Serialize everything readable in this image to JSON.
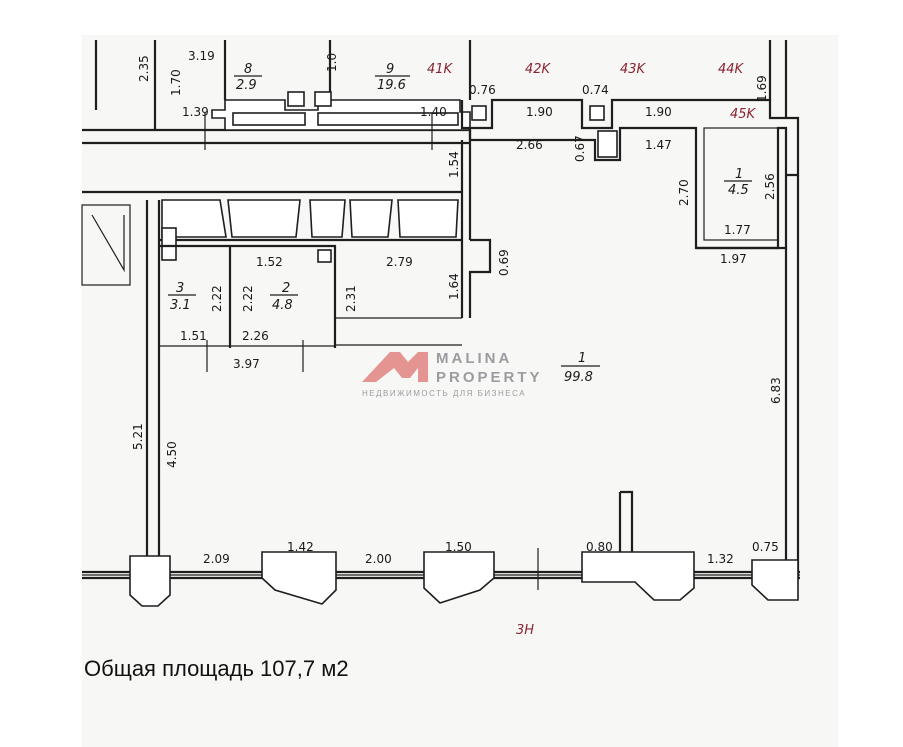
{
  "plan": {
    "top_rooms": [
      {
        "number": "8",
        "area": "2.9"
      },
      {
        "number": "9",
        "area": "19.6"
      }
    ],
    "axis_labels": [
      "41K",
      "42K",
      "43K",
      "44K",
      "45K"
    ],
    "bottom_axis": "3H",
    "rooms": {
      "main": {
        "number": "1",
        "area": "99.8"
      },
      "small_right": {
        "number": "1",
        "area": "4.5"
      },
      "room_2": {
        "number": "2",
        "area": "4.8"
      },
      "room_3": {
        "number": "3",
        "area": "3.1"
      }
    },
    "top_dims": [
      "2.35",
      "3.19",
      "1.70",
      "1.39",
      "1.0",
      "1.40",
      "1.54",
      "0.76",
      "1.90",
      "0.74",
      "1.90",
      "1.69",
      "2.66",
      "0.67",
      "1.47",
      "2.70",
      "2.56",
      "1.77",
      "1.97"
    ],
    "mid_dims": [
      "1.52",
      "2.79",
      "0.69",
      "1.64",
      "2.22",
      "2.22",
      "2.31",
      "1.51",
      "2.26",
      "3.97"
    ],
    "side_dims": [
      "5.21",
      "4.50",
      "6.83"
    ],
    "bottom_dims": [
      "2.09",
      "1.42",
      "2.00",
      "1.50",
      "0.80",
      "1.32",
      "0.75"
    ]
  },
  "watermark": {
    "brand_line1": "MALINA",
    "brand_line2": "PROPERTY",
    "tagline": "НЕДВИЖИМОСТЬ ДЛЯ БИЗНЕСА",
    "logo_color": "#d9534f"
  },
  "total_area": "Общая площадь 107,7 м2"
}
